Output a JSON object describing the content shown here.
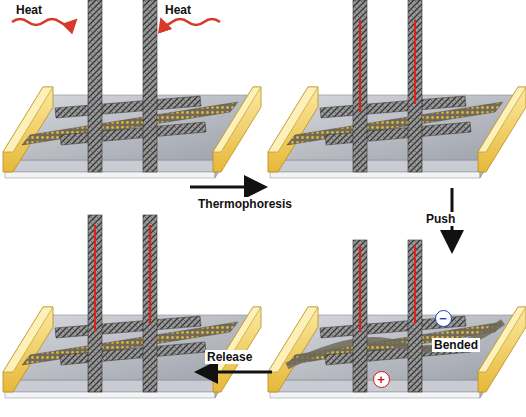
{
  "diagram": {
    "nodes": [
      {
        "text": [
          "−"
        ]
      },
      {
        "text": [
          "+"
        ]
      }
    ],
    "labels": [
      "Heat",
      "Heat",
      "Thermophoresis",
      "Push",
      "Bended",
      "Release"
    ]
  }
}
